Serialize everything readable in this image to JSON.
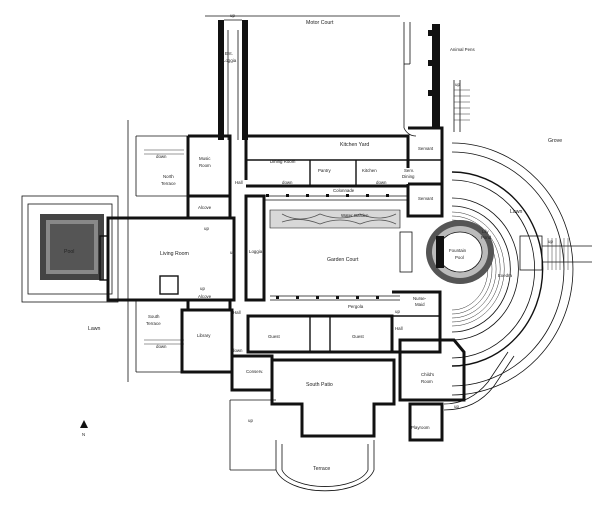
{
  "labels": {
    "motor_court": "Motor Court",
    "animal_pens": "Animal Pens",
    "ent_loggia_1": "Ent.",
    "ent_loggia_2": "Loggia",
    "grove": "Grove",
    "kitchen_yard": "Kitchen Yard",
    "servant_1": "Servant",
    "servant_2": "Servant",
    "music_room_1": "Music",
    "music_room_2": "Room",
    "dining_room": "Dining Room",
    "pantry": "Pantry",
    "kitchen": "Kitchen",
    "serv_dining_1": "Serv.",
    "serv_dining_2": "Dining",
    "hall_north": "Hall",
    "north_terrace_1": "North",
    "north_terrace_2": "Terrace",
    "colonnade": "Colonnade",
    "water_garden": "Water Garden",
    "alcove_north": "Alcove",
    "lawn_east": "Lawn",
    "pool": "Pool",
    "living_room": "Living Room",
    "loggia": "Loggia",
    "garden_court": "Garden Court",
    "lily_pond_1": "Lily",
    "lily_pond_2": "Pond",
    "fountain_pool_1": "Fountain",
    "fountain_pool_2": "Pool",
    "exedra": "Exedra",
    "alcove_south": "Alcove",
    "pergola": "Pergola",
    "nurse_maid_1": "Nurse-",
    "nurse_maid_2": "Maid",
    "south_terrace_1": "South",
    "south_terrace_2": "Terrace",
    "lawn_west": "Lawn",
    "library": "Library",
    "hall_south_west": "Hall",
    "guest_1": "Guest",
    "guest_2": "Guest",
    "hall_south_east": "Hall",
    "conserv": "Conserv.",
    "south_patio": "South Patio",
    "childs_room_1": "Child's",
    "childs_room_2": "Room",
    "playroom": "Playroom",
    "terrace": "Terrace",
    "north_symbol": "N"
  },
  "stair_marks": {
    "up": "up",
    "down": "down"
  }
}
